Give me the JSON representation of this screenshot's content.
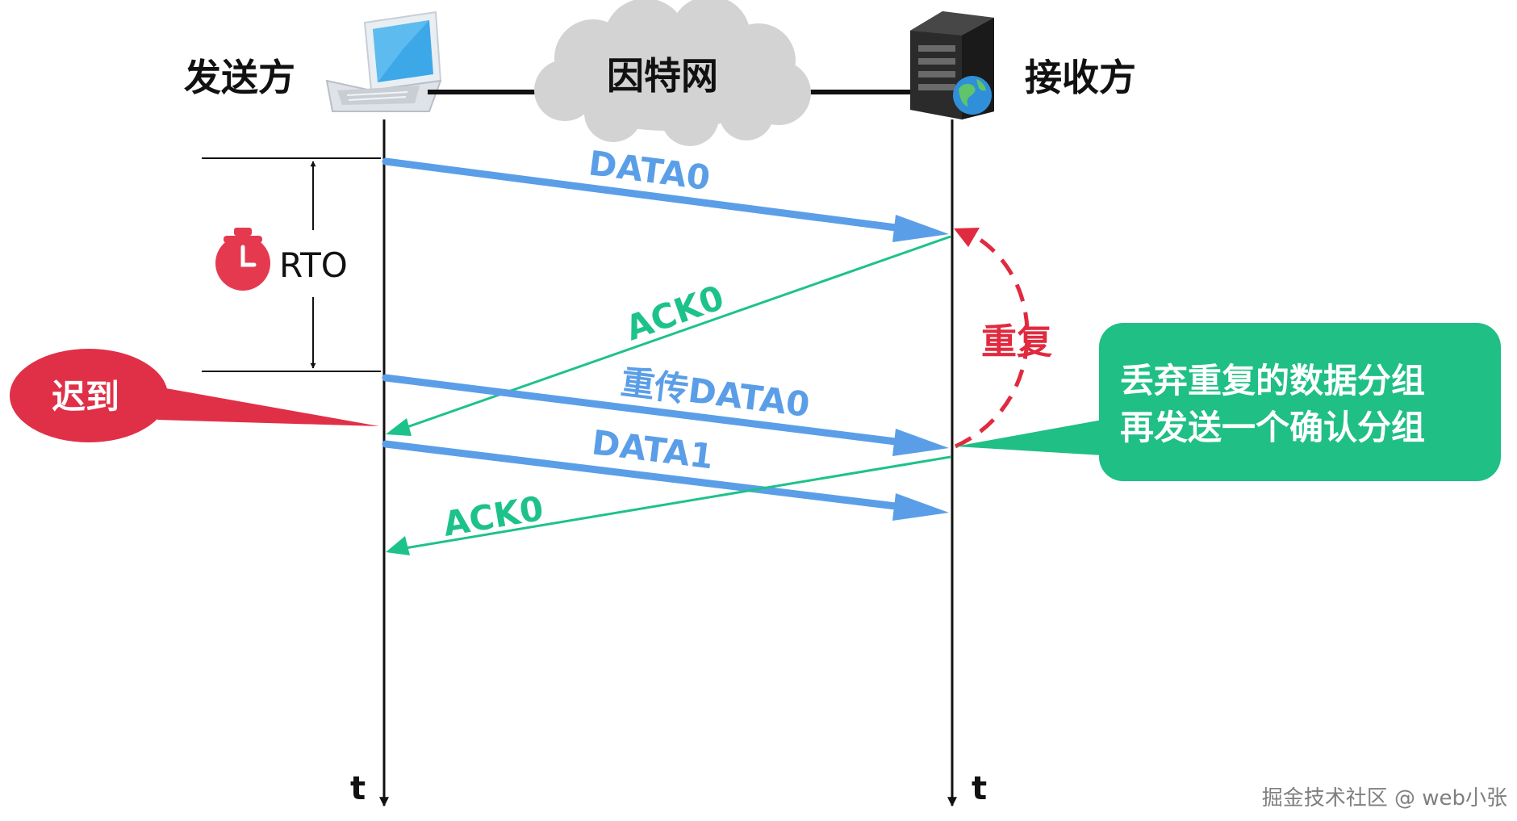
{
  "sender": {
    "label": "发送方",
    "axis_label": "t",
    "icon": "laptop-icon"
  },
  "receiver": {
    "label": "接收方",
    "axis_label": "t",
    "icon": "server-icon"
  },
  "network": {
    "label": "因特网",
    "icon": "cloud-icon"
  },
  "timer": {
    "label": "RTO",
    "icon": "stopwatch-icon"
  },
  "messages": {
    "data0": "DATA0",
    "ack0_first": "ACK0",
    "retransmit": "重传DATA0",
    "data1": "DATA1",
    "ack0_second": "ACK0"
  },
  "duplicate": {
    "label": "重复"
  },
  "late": {
    "label": "迟到"
  },
  "note": {
    "line1": "丢弃重复的数据分组",
    "line2": "再发送一个确认分组"
  },
  "watermark": "掘金技术社区 @ web小张",
  "colors": {
    "data_arrow": "#5b9ee8",
    "ack_arrow": "#1dc28a",
    "note_bg": "#1fbf86",
    "late_bg": "#e03048",
    "duplicate": "#e02a3f",
    "timer_icon": "#e5394f"
  }
}
